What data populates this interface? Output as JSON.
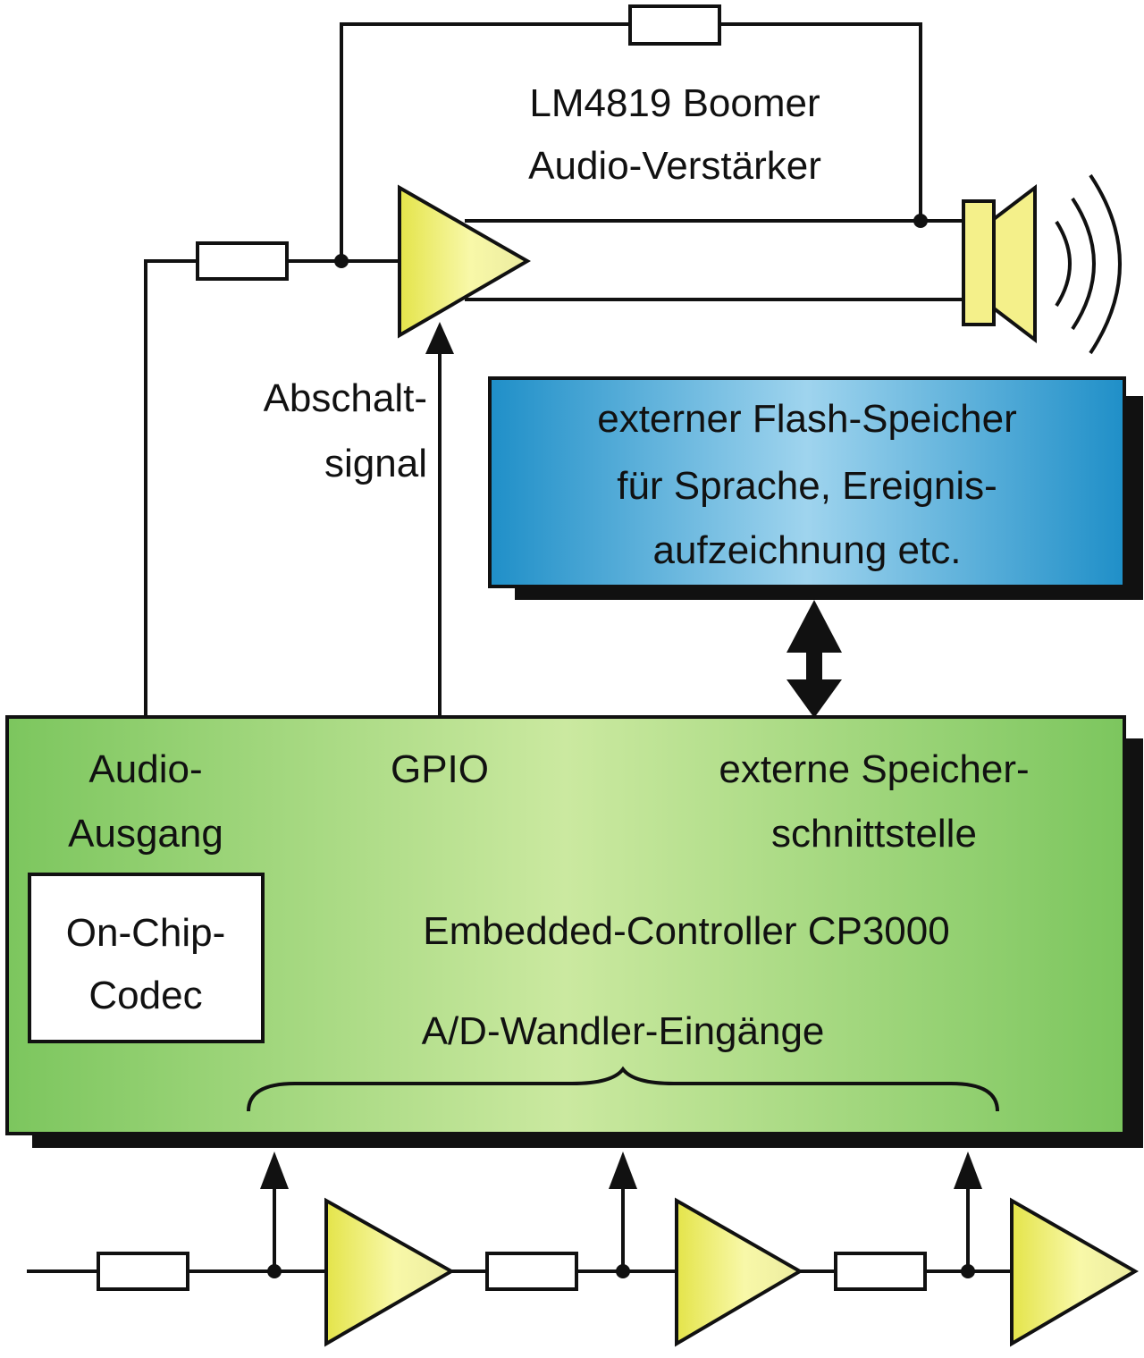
{
  "amplifier": {
    "title_line1": "LM4819 Boomer",
    "title_line2": "Audio-Verstärker"
  },
  "shutdown": {
    "line1": "Abschalt-",
    "line2": "signal"
  },
  "flash": {
    "line1": "externer Flash-Speicher",
    "line2": "für Sprache, Ereignis-",
    "line3": "aufzeichnung etc."
  },
  "controller": {
    "audio_out_line1": "Audio-",
    "audio_out_line2": "Ausgang",
    "gpio": "GPIO",
    "mem_if_line1": "externe Speicher-",
    "mem_if_line2": "schnittstelle",
    "name": "Embedded-Controller CP3000",
    "adc_inputs": "A/D-Wandler-Eingänge"
  },
  "codec": {
    "line1": "On-Chip-",
    "line2": "Codec"
  },
  "colors": {
    "amp_fill": "#f0f07a",
    "flash_fill": "#2f9fd6",
    "controller_fill": "#9fd884",
    "speaker_fill": "#f4f08a",
    "line": "#111111"
  }
}
